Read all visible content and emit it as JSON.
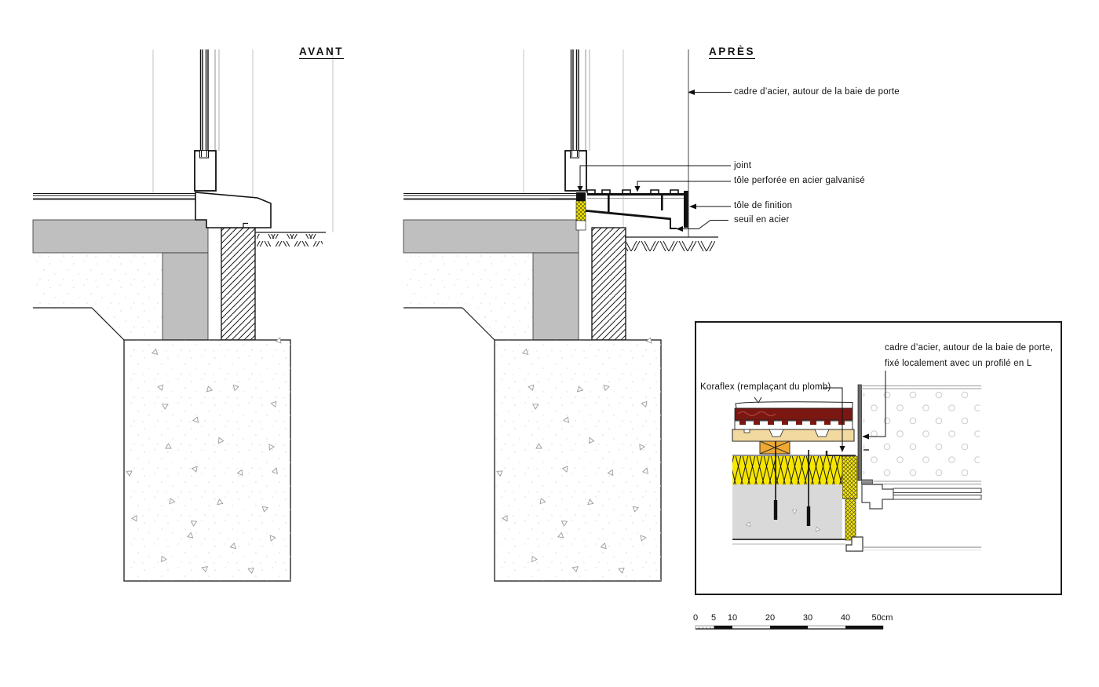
{
  "titles": {
    "avant": "AVANT",
    "apres": "APRÈS"
  },
  "annotations": {
    "cadre": "cadre d’acier, autour de la baie de porte",
    "joint": "joint",
    "tole_perforee": "tôle perforée en acier galvanisé",
    "tole_finition": "tôle de finition",
    "seuil": "seuil en acier"
  },
  "inset": {
    "koraflex": "Koraflex (remplaçant du plomb)",
    "cadre_line1": "cadre d’acier, autour de la baie de porte,",
    "cadre_line2": "fixé localement avec un profilé en L"
  },
  "scalebar": {
    "ticks": [
      "0",
      "5",
      "10",
      "20",
      "30",
      "40",
      "50cm"
    ]
  },
  "colors": {
    "line": "#1a1a1a",
    "gray": "#bfbfbf",
    "concrete": "#d9d9d9",
    "yellow": "#f6e600",
    "maroon": "#7a1712",
    "tan": "#f2d9a0",
    "orange": "#f0a930",
    "perf": "#c9c9c9"
  }
}
